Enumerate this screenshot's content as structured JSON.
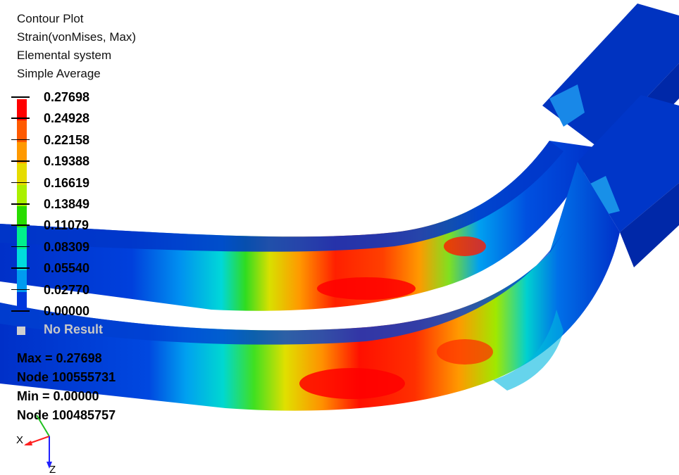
{
  "legend": {
    "title": "Contour Plot",
    "result_type": "Strain(vonMises, Max)",
    "system": "Elemental system",
    "averaging": "Simple Average",
    "colors": [
      "#ff0000",
      "#ff5a00",
      "#ff9900",
      "#e6dc00",
      "#aaf000",
      "#28dc00",
      "#00f08c",
      "#00dcdc",
      "#009bf0",
      "#0037dc"
    ],
    "ticks": [
      "0.27698",
      "0.24928",
      "0.22158",
      "0.19388",
      "0.16619",
      "0.13849",
      "0.11079",
      "0.08309",
      "0.05540",
      "0.02770",
      "0.00000"
    ],
    "no_result_label": "No Result",
    "no_result_color": "#cfcfcf"
  },
  "stats": {
    "max": "Max = 0.27698",
    "max_node": "Node 100555731",
    "min": "Min = 0.00000",
    "min_node": "Node 100485757"
  },
  "triad": {
    "x_label": "X",
    "z_label": "Z",
    "x_color": "#ff2020",
    "y_color": "#20c020",
    "z_color": "#2020ff"
  }
}
